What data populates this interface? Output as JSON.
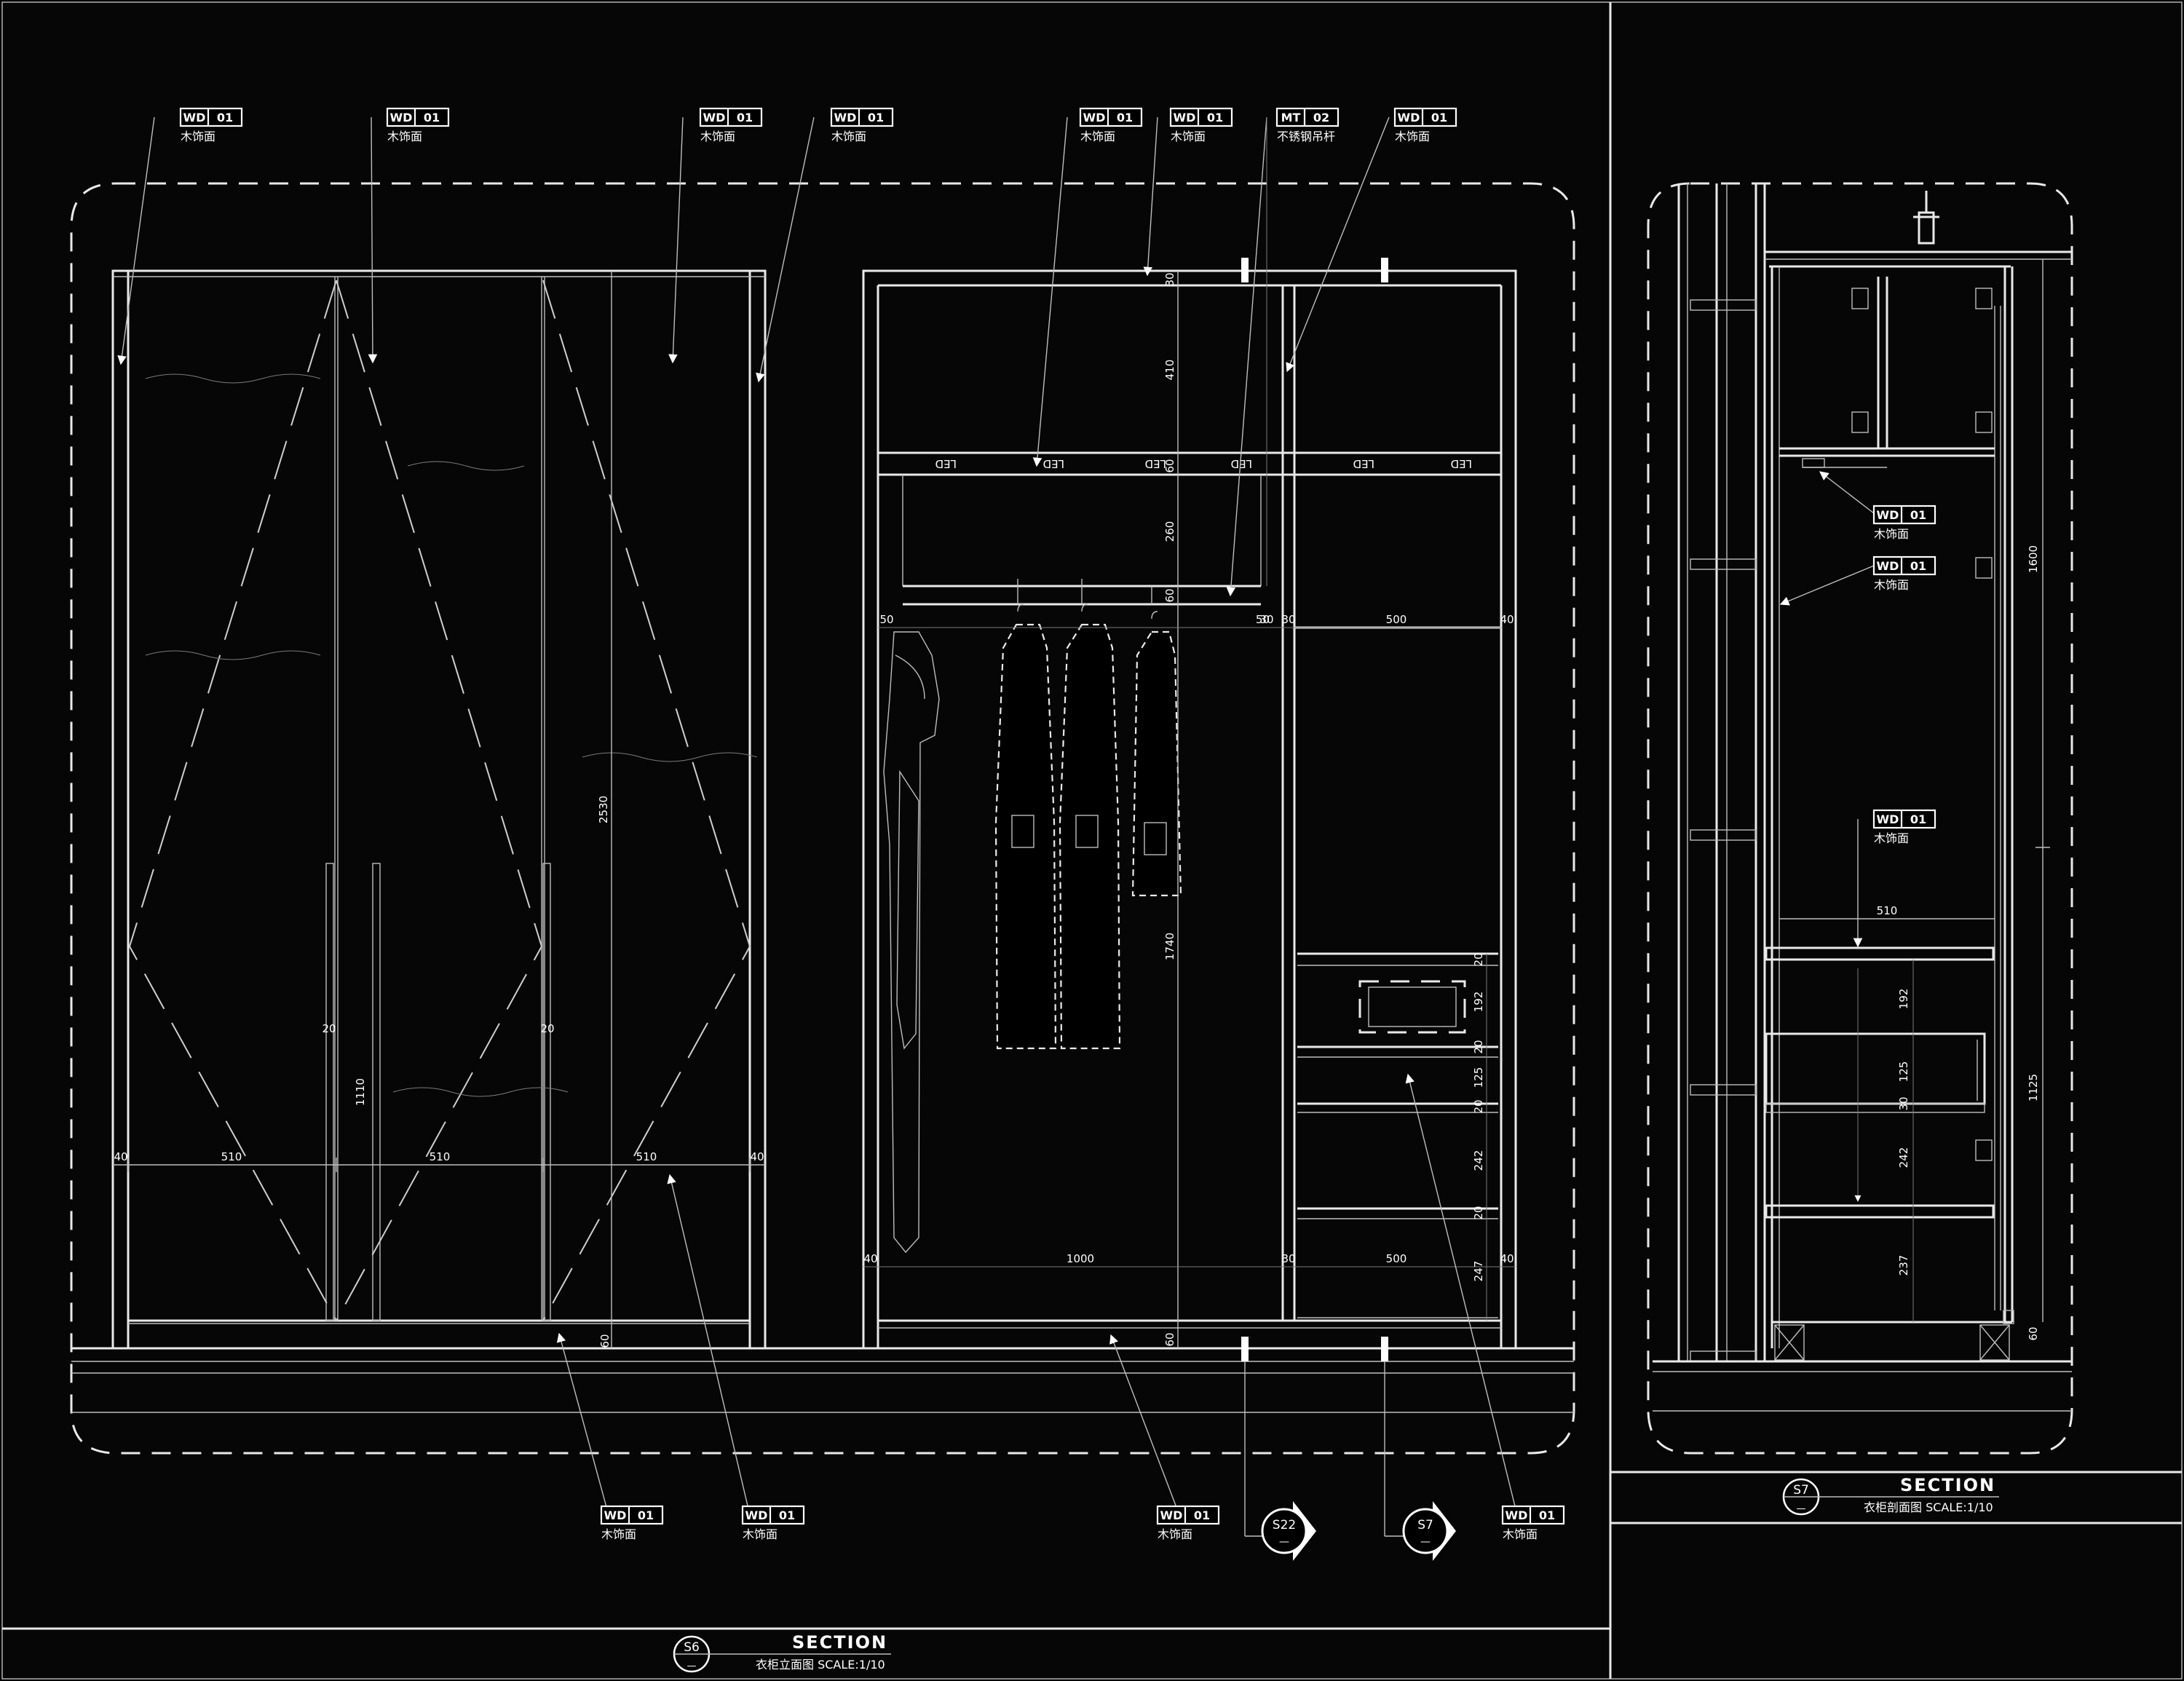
{
  "tags": {
    "wd": [
      "WD",
      "01"
    ],
    "mt": [
      "MT",
      "02"
    ],
    "wood_note": "木饰面",
    "steel_note": "不锈钢吊杆"
  },
  "elevation_dims": {
    "door_widths": [
      "40",
      "510",
      "510",
      "510",
      "40"
    ],
    "door_height": "2530",
    "handle": "1110",
    "gaps": [
      "20",
      "20"
    ],
    "base": "60",
    "interior_top": [
      "30",
      "410",
      "60",
      "260",
      "60"
    ],
    "interior_mid": [
      "50",
      "30",
      "50",
      "30",
      "500",
      "40"
    ],
    "interior_bottom": [
      "40",
      "1000",
      "30",
      "500",
      "40"
    ],
    "hang_height": "1740",
    "drawer_col": [
      "20",
      "192",
      "20",
      "125",
      "20",
      "242",
      "20",
      "247"
    ],
    "led": "LED"
  },
  "section_dims": {
    "height_top": "1600",
    "shelf_width": "510",
    "drawers": [
      "192",
      "125",
      "30",
      "242",
      "237"
    ],
    "height_lower": "1125",
    "base": "60"
  },
  "callouts": {
    "s22": [
      "S22",
      "—"
    ],
    "s7": [
      "S7",
      "—"
    ]
  },
  "title_left": {
    "id": "S6",
    "dash": "—",
    "heading": "SECTION",
    "subtitle": "衣柜立面图 SCALE:1/10"
  },
  "title_right": {
    "id": "S7",
    "dash": "—",
    "heading": "SECTION",
    "subtitle": "衣柜剖面图 SCALE:1/10"
  },
  "colors": {
    "background": "#060606",
    "linework": "#e9e9e9"
  }
}
